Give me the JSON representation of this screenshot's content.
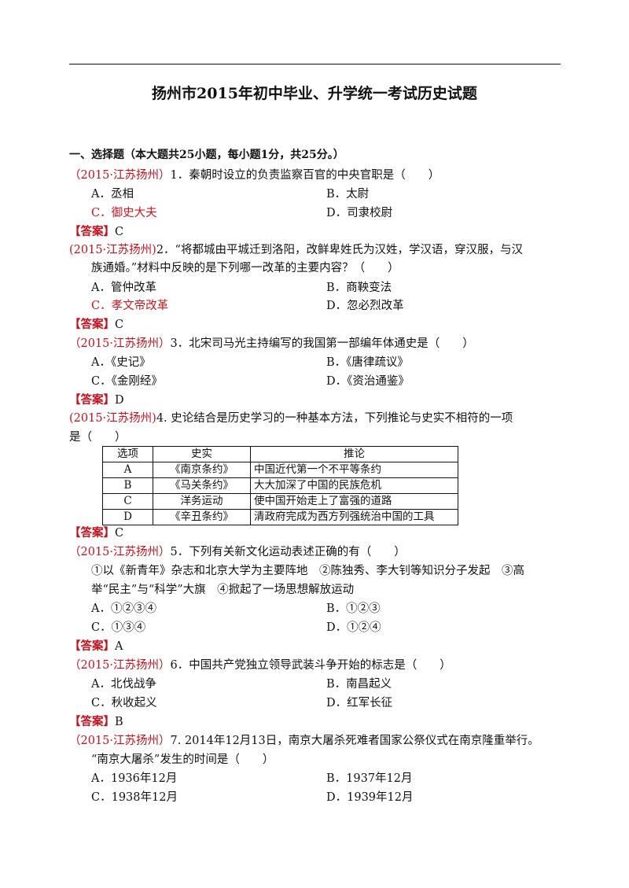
{
  "title": "扬州市2015年初中毕业、升学统一考试历史试题",
  "section_title": "一、选择题（本大题共25小题，每小题1分，共25分。）",
  "answer_tag": "【答案】",
  "questions": [
    {
      "source": "（2015·江苏扬州）",
      "stem": "1．秦朝时设立的负责监察百官的中央官职是（　　）",
      "options": [
        "A．丞相",
        "B．太尉",
        "C．御史大夫",
        "D．司隶校尉"
      ],
      "answer": "C"
    },
    {
      "source": "(2015·江苏扬州)",
      "stem": "2．“将都城由平城迁到洛阳，改鲜卑姓氏为汉姓，学汉语，穿汉服，与汉",
      "stem2": "族通婚。”材料中反映的是下列哪一改革的主要内容？（　　）",
      "options": [
        "A．管仲改革",
        "B．商鞅变法",
        "C．孝文帝改革",
        "D．忽必烈改革"
      ],
      "answer": "C"
    },
    {
      "source": "（2015·江苏扬州）",
      "stem": "3．北宋司马光主持编写的我国第一部编年体通史是（　　）",
      "options": [
        "A．《史记》",
        "B．《唐律疏议》",
        "C．《金刚经》",
        "D．《资治通鉴》"
      ],
      "answer": "D"
    },
    {
      "source": "(2015·江苏扬州)",
      "stem": "4. 史论结合是历史学习的一种基本方法，下列推论与史实不相符的一项",
      "stem2": "是（　　）",
      "table": {
        "headers": [
          "选项",
          "史实",
          "推论"
        ],
        "rows": [
          [
            "A",
            "《南京条约》",
            "中国近代第一个不平等条约"
          ],
          [
            "B",
            "《马关条约》",
            "大大加深了中国的民族危机"
          ],
          [
            "C",
            "洋务运动",
            "使中国开始走上了富强的道路"
          ],
          [
            "D",
            "《辛丑条约》",
            "清政府完成为西方列强统治中国的工具"
          ]
        ]
      },
      "answer": "C"
    },
    {
      "source": "（2015·江苏扬州）",
      "stem": "5．下列有关新文化运动表述正确的有（　　）",
      "stem2": "①以《新青年》杂志和北京大学为主要阵地　②陈独秀、李大钊等知识分子发起　③高",
      "stem3": "举“民主”与“科学”大旗　④掀起了一场思想解放运动",
      "options": [
        "A．①②③④",
        "B．①②③",
        "C．①③④",
        "D．①②④"
      ],
      "answer": "A"
    },
    {
      "source": "（2015·江苏扬州）",
      "stem": "6．中国共产党独立领导武装斗争开始的标志是（　　）",
      "options": [
        "A．北伐战争",
        "B．南昌起义",
        "C．秋收起义",
        "D．红军长征"
      ],
      "answer": "B"
    },
    {
      "source": "（2015·江苏扬州）",
      "stem": "7. 2014年12月13日，南京大屠杀死难者国家公祭仪式在南京隆重举行。",
      "stem2": "“南京大屠杀”发生的时间是（　　）",
      "options": [
        "A．1936年12月",
        "B．1937年12月",
        "C．1938年12月",
        "D．1939年12月"
      ]
    }
  ]
}
